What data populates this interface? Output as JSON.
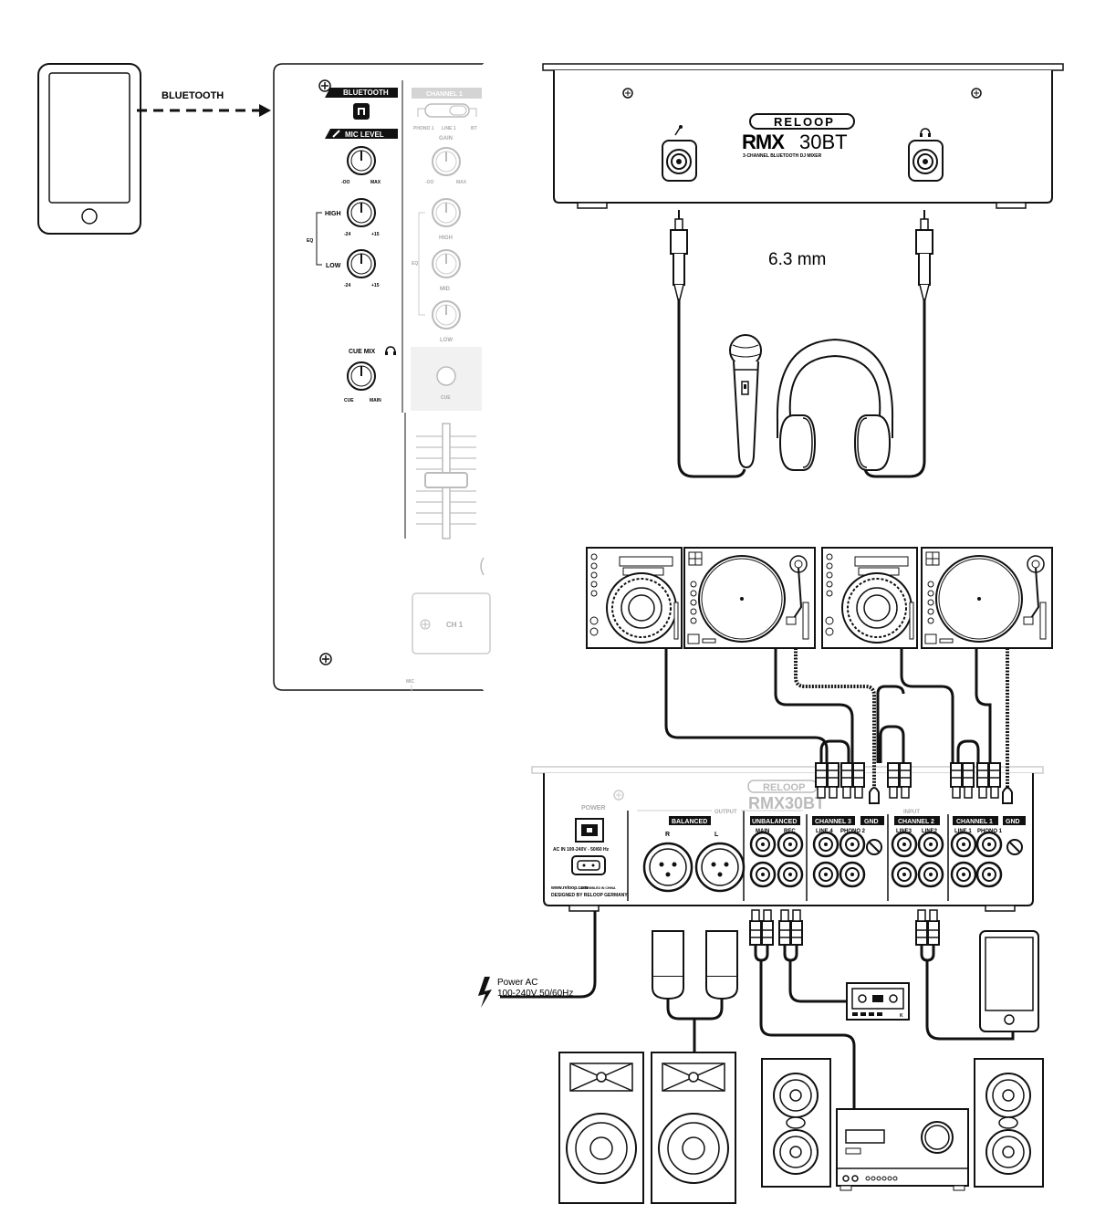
{
  "labels": {
    "bluetooth_link": "BLUETOOTH",
    "cable_size": "6.3 mm",
    "power_ac_line1": "Power AC",
    "power_ac_line2": "100-240V 50/60Hz"
  },
  "mixer_panel": {
    "bluetooth": "BLUETOOTH",
    "mic_level": "MIC LEVEL",
    "mic_min": "-OO",
    "mic_max": "MAX",
    "high": "HIGH",
    "low": "LOW",
    "eq": "EQ",
    "eq_min": "-24",
    "eq_max": "+15",
    "cue_mix": "CUE MIX",
    "cue": "CUE",
    "main": "MAIN",
    "channel1": "CHANNEL 1",
    "phono1": "PHONO 1",
    "line1": "LINE 1",
    "bt": "BT",
    "gain": "GAIN",
    "gain_min": "-OO",
    "gain_max": "MAX",
    "ch_high": "HIGH",
    "ch_mid": "MID",
    "ch_low": "LOW",
    "ch_cue": "CUE",
    "ch1": "CH 1",
    "mic": "MIC"
  },
  "front_unit": {
    "brand": "RELOOP",
    "model_bold": "RMX",
    "model_light": "30BT",
    "subtitle": "3-CHANNEL BLUETOOTH DJ MIXER"
  },
  "rear_panel": {
    "power": "POWER",
    "ac_in": "AC IN 100-240V - 50/60 Hz",
    "website": "www.reloop.com",
    "assembled": "ASSEMBLED IN CHINA",
    "designed": "DESIGNED BY RELOOP GERMANY",
    "output": "OUTPUT",
    "balanced": "BALANCED",
    "r": "R",
    "l": "L",
    "unbalanced": "UNBALANCED",
    "main": "MAIN",
    "rec": "REC",
    "channel3": "CHANNEL 3",
    "line4": "LINE 4",
    "phono2": "PHONO 2",
    "gnd": "GND",
    "input": "INPUT",
    "channel2": "CHANNEL 2",
    "line3": "LINE3",
    "line2": "LINE2",
    "channel1": "CHANNEL 1",
    "line1": "LINE 1",
    "phono1": "PHONO 1",
    "gnd2": "GND",
    "brand": "RELOOP",
    "model": "RMX30BT"
  },
  "icons": [
    "phone-icon",
    "bluetooth-icon",
    "microphone-icon",
    "headphones-icon",
    "cd-player-icon",
    "turntable-icon",
    "tablet-icon",
    "cassette-deck-icon",
    "speaker-icon",
    "amplifier-icon",
    "power-bolt-icon"
  ]
}
